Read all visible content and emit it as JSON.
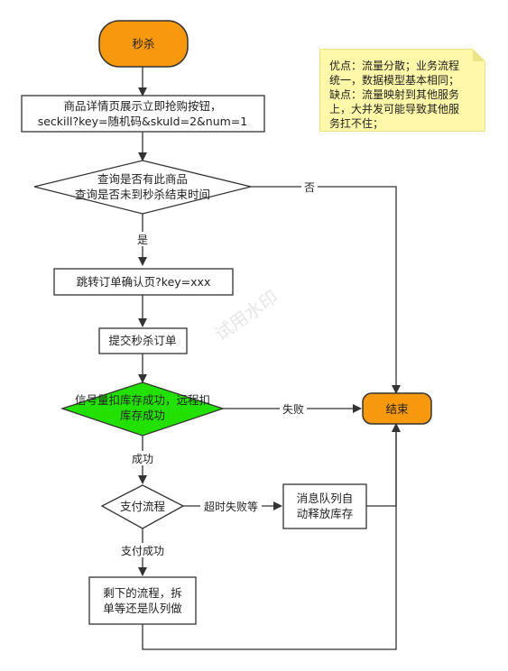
{
  "nodes": {
    "start": "秒杀",
    "detail_line1": "商品详情页展示立即抢购按钮，",
    "detail_line2": "seckill?key=随机码&skuId=2&num=1",
    "query_line1": "查询是否有此商品",
    "query_line2": "查询是否未到秒杀结束时间",
    "jump": "跳转订单确认页?key=xxx",
    "submit": "提交秒杀订单",
    "deduct_line1": "信号量扣库存成功，远程扣",
    "deduct_line2": "库存成功",
    "pay": "支付流程",
    "mq_line1": "消息队列自",
    "mq_line2": "动释放库存",
    "rest_line1": "剩下的流程，拆",
    "rest_line2": "单等还是队列做",
    "end": "结束"
  },
  "edges": {
    "no": "否",
    "yes": "是",
    "fail": "失败",
    "success": "成功",
    "timeout": "超时失败等",
    "pay_success": "支付成功"
  },
  "note": {
    "line1": "优点：流量分散；业务流程",
    "line2": "统一，数据模型基本相同；",
    "line3": "缺点：流量映射到其他服务",
    "line4": "上，大并发可能导致其他服",
    "line5": "务扛不住；"
  },
  "watermark": "试用水印",
  "colors": {
    "terminal_fill": "#f8980c",
    "decision_green": "#22e000",
    "note_fill": "#fff8a8",
    "stroke": "#333333"
  }
}
